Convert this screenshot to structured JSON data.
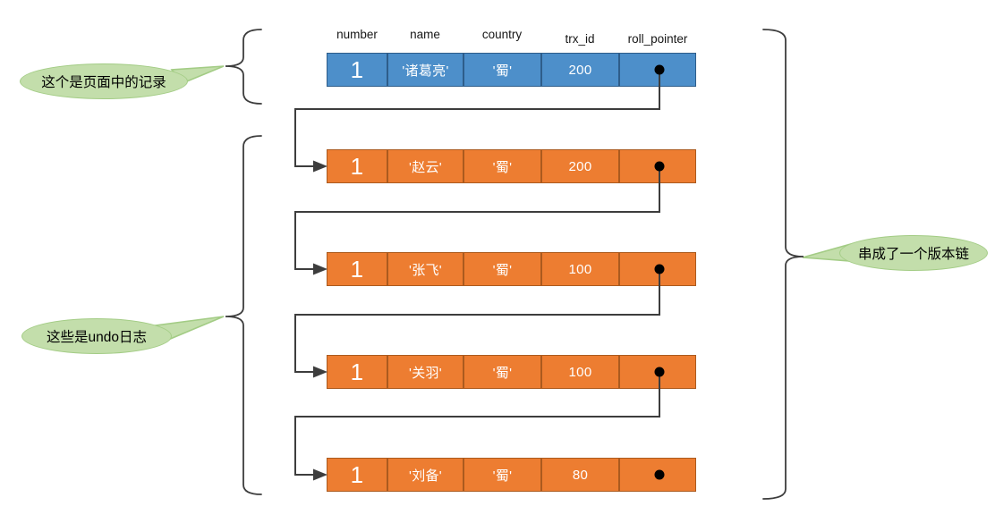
{
  "colors": {
    "record_fill": "#4d8fca",
    "record_border": "#2e5d8a",
    "undo_fill": "#ed7d31",
    "undo_border": "#ab5a1e",
    "bubble_fill": "#c3deab",
    "bubble_border": "#a3cc85",
    "line": "#3d3d3d"
  },
  "table": {
    "headers": [
      "number",
      "name",
      "country",
      "trx_id",
      "roll_pointer"
    ],
    "record_row": {
      "number": "1",
      "name": "'诸葛亮'",
      "country": "'蜀'",
      "trx_id": "200"
    },
    "undo_rows": [
      {
        "number": "1",
        "name": "'赵云'",
        "country": "'蜀'",
        "trx_id": "200"
      },
      {
        "number": "1",
        "name": "'张飞'",
        "country": "'蜀'",
        "trx_id": "100"
      },
      {
        "number": "1",
        "name": "'关羽'",
        "country": "'蜀'",
        "trx_id": "100"
      },
      {
        "number": "1",
        "name": "'刘备'",
        "country": "'蜀'",
        "trx_id": "80"
      }
    ]
  },
  "annotations": {
    "page_record_bubble": "这个是页面中的记录",
    "undo_log_bubble": "这些是undo日志",
    "version_chain_bubble": "串成了一个版本链"
  }
}
